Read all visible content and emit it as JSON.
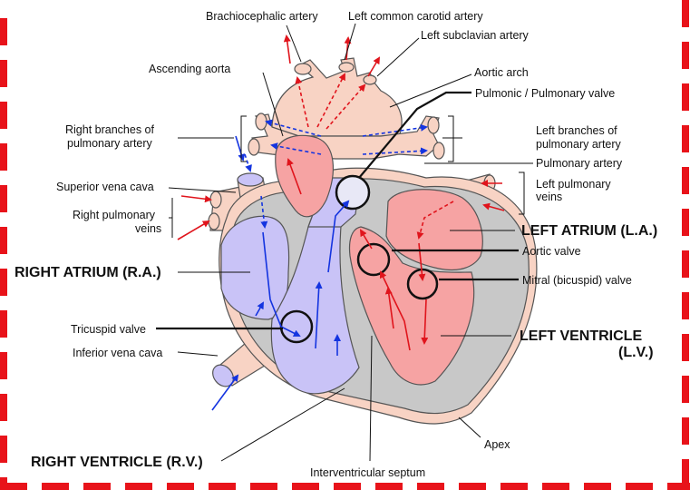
{
  "colors": {
    "border": "#e8131a",
    "oxygen_poor": "#c9c3f7",
    "oxygen_rich": "#f6a3a3",
    "vessel": "#f8d3c4",
    "tissue": "#c8c8c8",
    "blue_arrow": "#1434e0",
    "red_arrow": "#e0141c"
  },
  "labels": {
    "brachiocephalic_artery": "Brachiocephalic artery",
    "left_common_carotid_artery": "Left common carotid artery",
    "left_subclavian_artery": "Left subclavian artery",
    "ascending_aorta": "Ascending aorta",
    "aortic_arch": "Aortic arch",
    "pulmonic_valve": "Pulmonic / Pulmonary valve",
    "right_branches_line1": "Right branches of",
    "right_branches_line2": "pulmonary artery",
    "left_branches_line1": "Left branches of",
    "left_branches_line2": "pulmonary artery",
    "pulmonary_artery": "Pulmonary artery",
    "superior_vena_cava": "Superior vena cava",
    "right_pulmonary_veins_line1": "Right pulmonary",
    "right_pulmonary_veins_line2": "veins",
    "left_pulmonary_veins_line1": "Left pulmonary",
    "left_pulmonary_veins_line2": "veins",
    "left_atrium": "LEFT ATRIUM (L.A.)",
    "aortic_valve": "Aortic valve",
    "right_atrium": "RIGHT ATRIUM (R.A.)",
    "mitral_valve": "Mitral (bicuspid) valve",
    "tricuspid_valve": "Tricuspid valve",
    "left_ventricle_line1": "LEFT VENTRICLE",
    "left_ventricle_line2": "(L.V.)",
    "inferior_vena_cava": "Inferior vena cava",
    "apex": "Apex",
    "right_ventricle": "RIGHT VENTRICLE (R.V.)",
    "interventricular_septum": "Interventricular septum"
  }
}
